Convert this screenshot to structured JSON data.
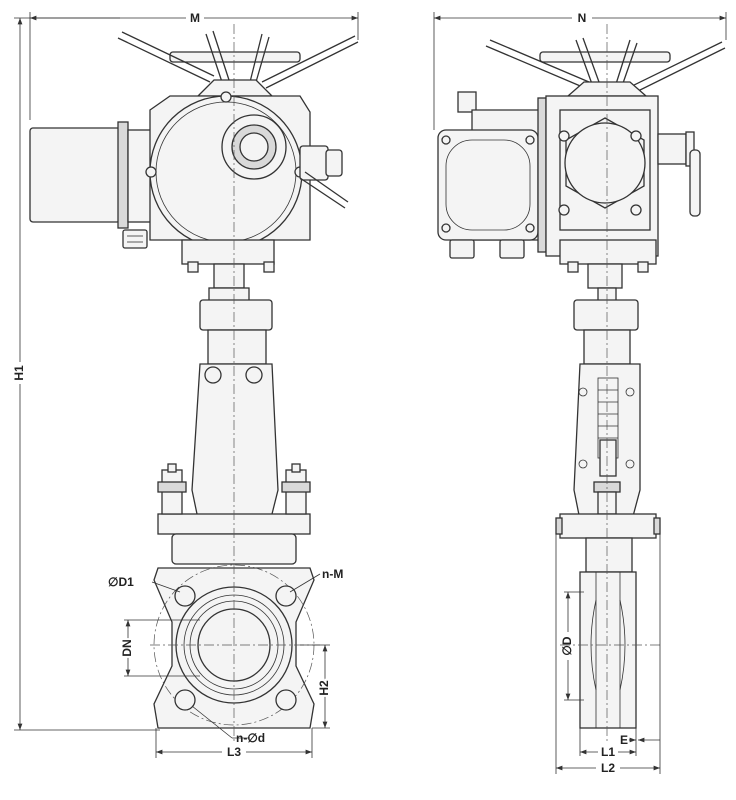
{
  "labels": {
    "M": "M",
    "N": "N",
    "H1": "H1",
    "H2": "H2",
    "DN": "DN",
    "D1": "∅D1",
    "nM": "n-M",
    "nd": "n-∅d",
    "L3": "L3",
    "D": "∅D",
    "E": "E",
    "L1": "L1",
    "L2": "L2"
  }
}
